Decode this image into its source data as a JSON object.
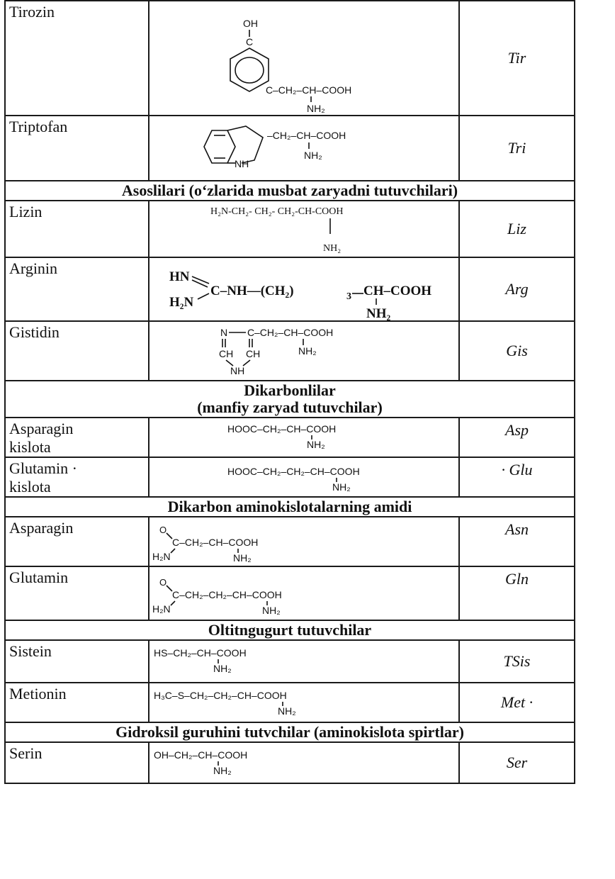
{
  "rows": [
    {
      "type": "aa",
      "name": "Tirozin",
      "abbr": "Tir"
    },
    {
      "type": "aa",
      "name": "Triptofan",
      "abbr": "Tri"
    },
    {
      "type": "section",
      "title": "Asoslilari (o‘zlarida musbat zaryadni tutuvchilari)"
    },
    {
      "type": "aa",
      "name": "Lizin",
      "abbr": "Liz"
    },
    {
      "type": "aa",
      "name": "Arginin",
      "abbr": "Arg"
    },
    {
      "type": "aa",
      "name": "Gistidin",
      "abbr": "Gis"
    },
    {
      "type": "section",
      "title": "Dikarbonlilar",
      "title2": "(manfiy zaryad tutuvchilar)"
    },
    {
      "type": "aa",
      "name": "Asparagin",
      "name2": "kislota",
      "abbr": "Asp"
    },
    {
      "type": "aa",
      "name": "Glutamin ·",
      "name2": "kislota",
      "abbr": "· Glu"
    },
    {
      "type": "section",
      "title": "Dikarbon aminokislotalarning amidi"
    },
    {
      "type": "aa",
      "name": "Asparagin",
      "abbr": "Asn"
    },
    {
      "type": "aa",
      "name": "Glutamin",
      "abbr": "Gln"
    },
    {
      "type": "section",
      "title": "Oltitngugurt tutuvchilar"
    },
    {
      "type": "aa",
      "name": "Sistein",
      "abbr": "TSis"
    },
    {
      "type": "aa",
      "name": "Metionin",
      "abbr": "Met ·"
    },
    {
      "type": "section",
      "title": "Gidroksil guruhini tutvchilar (aminokislota spirtlar)"
    },
    {
      "type": "aa",
      "name": "Serin",
      "abbr": "Ser"
    }
  ],
  "formulas": {
    "tir": {
      "oh": "OH",
      "c1": "C",
      "c2": "C",
      "chain": "–CH₂–CH–COOH",
      "nh2": "NH₂"
    },
    "tri": {
      "nh": "NH",
      "chain": "–CH₂–CH–COOH",
      "nh2": "NH₂"
    },
    "liz": {
      "chain": "H₂N-CH₂- CH₂- CH₂-CH-COOH",
      "nh2": "NH₂"
    },
    "arg": {
      "hn": "HN",
      "h2n": "H₂N",
      "chain": "C–NH—(CH₂)",
      "sub": "3",
      "tail": "CH–COOH",
      "nh2": "NH₂"
    },
    "gis": {
      "n": "N",
      "c": "C",
      "chain": "–CH₂–CH–COOH",
      "ch1": "CH",
      "ch2": "CH",
      "nh": "NH",
      "nh2": "NH₂"
    },
    "asp": {
      "chain": "HOOC–CH₂–CH–COOH",
      "nh2": "NH₂"
    },
    "glu": {
      "chain": "HOOC–CH₂–CH₂–CH–COOH",
      "nh2": "NH₂"
    },
    "asn": {
      "o": "O",
      "chain": "C–CH₂–CH–COOH",
      "h2n": "H₂N",
      "nh2": "NH₂"
    },
    "gln": {
      "o": "O",
      "chain": "C–CH₂–CH₂–CH–COOH",
      "h2n": "H₂N",
      "nh2": "NH₂"
    },
    "sis": {
      "chain": "HS–CH₂–CH–COOH",
      "nh2": "NH₂"
    },
    "met": {
      "chain": "H₃C–S–CH₂–CH₂–CH–COOH",
      "nh2": "NH₂"
    },
    "ser": {
      "chain": "OH–CH₂–CH–COOH",
      "nh2": "NH₂"
    }
  }
}
